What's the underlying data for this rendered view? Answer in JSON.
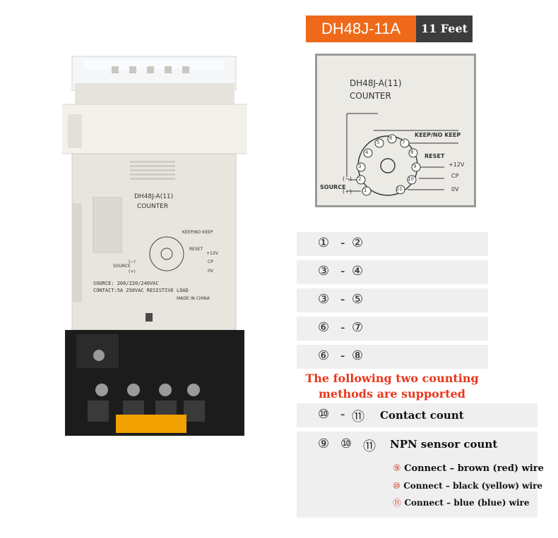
{
  "header": {
    "model": "DH48J-11A",
    "feet": "11 Feet"
  },
  "diagram": {
    "model_label": "DH48J-A(11)",
    "type_label": "COUNTER",
    "keep_label": "KEEP/NO KEEP",
    "reset_label": "RESET",
    "v12_label": "+12V",
    "cp_label": "CP",
    "ov_label": "0V",
    "source_label": "SOURCE",
    "minus_label": "(−)",
    "plus_label": "(+)",
    "pins": [
      "1",
      "2",
      "3",
      "4",
      "5",
      "6",
      "7",
      "8",
      "9",
      "10",
      "11"
    ]
  },
  "product": {
    "model_label": "DH48J-A(11)",
    "type_label": "COUNTER",
    "keep_label": "KEEP/NO KEEP",
    "reset_label": "RESET",
    "v12_label": "+12V",
    "cp_label": "CP",
    "ov_label": "0V",
    "source_label": "SOURCE",
    "minus_label": "(−)",
    "plus_label": "(+)",
    "spec_source": "SOURCE:  200/220/240VAC",
    "spec_contact": "CONTACT:5A 250VAC RESISTIVE LOAD",
    "made_in": "MADE IN CHINA"
  },
  "rows": [
    {
      "a": "①",
      "dash": "-",
      "b": "②"
    },
    {
      "a": "③",
      "dash": "-",
      "b": "④"
    },
    {
      "a": "③",
      "dash": "-",
      "b": "⑤"
    },
    {
      "a": "⑥",
      "dash": "-",
      "b": "⑦"
    },
    {
      "a": "⑥",
      "dash": "-",
      "b": "⑧"
    }
  ],
  "note": {
    "line1": "The following two counting",
    "line2": "methods are supported"
  },
  "contact_row": {
    "a": "⑩",
    "dash": "-",
    "b": "⑪",
    "text": "Contact count"
  },
  "npn_row": {
    "a": "⑨",
    "b": "⑩",
    "c": "⑪",
    "text": "NPN sensor count"
  },
  "wires": [
    {
      "num": "⑨",
      "text": "Connect – brown (red) wire"
    },
    {
      "num": "⑩",
      "text": "Connect – black (yellow) wire"
    },
    {
      "num": "⑪",
      "text": "Connect – blue (blue) wire"
    }
  ],
  "colors": {
    "title_bg": "#ee6a1a",
    "feet_bg": "#3d3d3d",
    "note_red": "#e8361c",
    "row_bg": "#efefef"
  }
}
